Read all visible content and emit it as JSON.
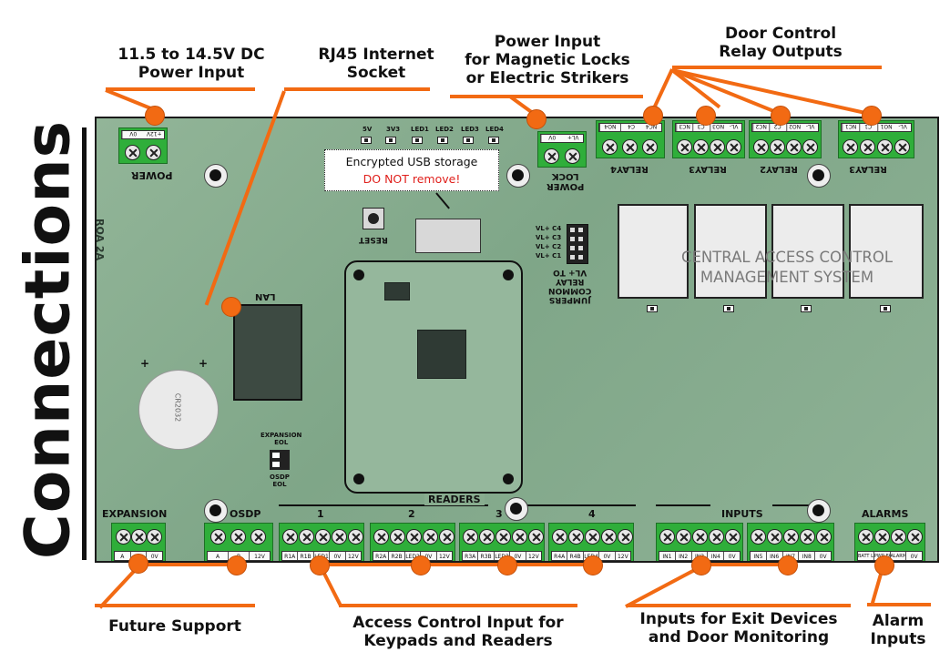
{
  "sidebar": {
    "title": "Connections"
  },
  "callouts": {
    "power_input": [
      "11.5 to 14.5V DC",
      "Power Input"
    ],
    "rj45": [
      "RJ45 Internet",
      "Socket"
    ],
    "lock_power": [
      "Power Input",
      "for Magnetic Locks",
      "or Electric Strikers"
    ],
    "relay_outputs": [
      "Door Control",
      "Relay Outputs"
    ],
    "future": "Future Support",
    "readers": [
      "Access Control Input for",
      "Keypads and Readers"
    ],
    "inputs": [
      "Inputs for Exit Devices",
      "and Door Monitoring"
    ],
    "alarms": [
      "Alarm",
      "Inputs"
    ]
  },
  "board": {
    "leds": [
      "5V",
      "3V3",
      "LED1",
      "LED2",
      "LED3",
      "LED4"
    ],
    "usb_note": {
      "line1": "Encrypted USB storage",
      "line2": "DO NOT remove!"
    },
    "power_label": "POWER",
    "power_pins": [
      "0V",
      "+12V"
    ],
    "lock_power_label": [
      "LOCK",
      "POWER"
    ],
    "lock_pins": [
      "0V",
      "VL+"
    ],
    "reset_label": "RESET",
    "lan_label": "LAN",
    "relays": [
      {
        "label": "RELAY4",
        "pins": [
          "NO4",
          "C4",
          "NC4"
        ]
      },
      {
        "label": "RELAY3",
        "pins": [
          "NC3",
          "C3",
          "NO3",
          "VL-"
        ]
      },
      {
        "label": "RELAY2",
        "pins": [
          "NC2",
          "C2",
          "NO2",
          "VL-"
        ]
      },
      {
        "label": "RELAY1",
        "pins": [
          "NC1",
          "C1",
          "NO1",
          "VL-"
        ]
      }
    ],
    "jumper_rows": [
      "VL+ C4",
      "VL+ C3",
      "VL+ C2",
      "VL+ C1"
    ],
    "jumper_caption": [
      "VL+ TO",
      "RELAY",
      "COMMON",
      "JUMPERS"
    ],
    "brand_text": [
      "CENTRAL ACCESS CONTROL",
      "MANAGEMENT SYSTEM"
    ],
    "battery": {
      "model": "CR2032",
      "plus": "+"
    },
    "eol_switch": {
      "top": [
        "EXPANSION",
        "EOL"
      ],
      "bottom": [
        "OSDP",
        "EOL"
      ]
    },
    "side_text": "ROA 2A",
    "sections": {
      "expansion": "EXPANSION",
      "osdp": "OSDP",
      "readers": "READERS",
      "inputs": "INPUTS",
      "alarms": "ALARMS"
    },
    "reader_numbers": [
      "1",
      "2",
      "3",
      "4"
    ],
    "bottom_pins": {
      "expansion": [
        "A",
        "B",
        "0V"
      ],
      "osdp": [
        "A",
        "B",
        "12V"
      ],
      "reader1": [
        "R1A",
        "R1B",
        "LED1",
        "0V",
        "12V"
      ],
      "reader2": [
        "R2A",
        "R2B",
        "LED2",
        "0V",
        "12V"
      ],
      "reader3": [
        "R3A",
        "R3B",
        "LED3",
        "0V",
        "12V"
      ],
      "reader4": [
        "R4A",
        "R4B",
        "LED4",
        "0V",
        "12V"
      ],
      "inputs1": [
        "IN1",
        "IN2",
        "IN3",
        "IN4",
        "0V"
      ],
      "inputs2": [
        "IN5",
        "IN6",
        "IN7",
        "IN8",
        "0V"
      ],
      "alarms": [
        "BATT LOW",
        "PWR FAIL",
        "ALARM",
        "0V"
      ]
    }
  },
  "colors": {
    "accent": "#f26a13",
    "board": "#88ad8f",
    "terminal": "#2fae3a",
    "warning": "#e0201c"
  }
}
